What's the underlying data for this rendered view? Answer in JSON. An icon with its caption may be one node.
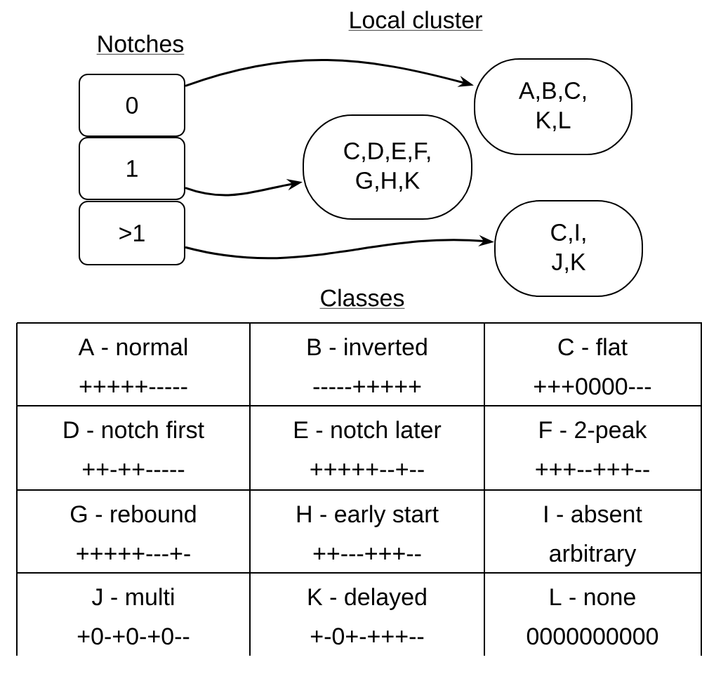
{
  "diagram": {
    "nodes": [
      {
        "text": [
          "0"
        ]
      },
      {
        "text": [
          "1"
        ]
      },
      {
        "text": [
          ">1"
        ]
      },
      {
        "text": [
          "A,B,C, K,L"
        ]
      },
      {
        "text": [
          "C,D,E,F, G,H,K"
        ]
      },
      {
        "text": [
          "C,I, J,K"
        ]
      }
    ],
    "edges": [
      {
        "from": 0,
        "to": 3,
        "arrow": "to"
      },
      {
        "from": 1,
        "to": 4,
        "arrow": "to"
      },
      {
        "from": 2,
        "to": 5,
        "arrow": "to"
      }
    ],
    "labels": [
      "Notches",
      "Local cluster",
      "Classes",
      "A - normal",
      "+++++-----",
      "B - inverted",
      "-----+++++",
      "C - flat",
      "+++0000---",
      "D - notch first",
      "++-++-----",
      "E - notch later",
      "+++++--+--",
      "F - 2-peak",
      "+++--+++--",
      "G - rebound",
      "+++++---+-",
      "H - early start",
      "++---+++--",
      "I - absent",
      "arbitrary",
      "J - multi",
      "+0-+0-+0--",
      "K - delayed",
      "+-0+-+++--",
      "L - none",
      "0000000000"
    ]
  }
}
